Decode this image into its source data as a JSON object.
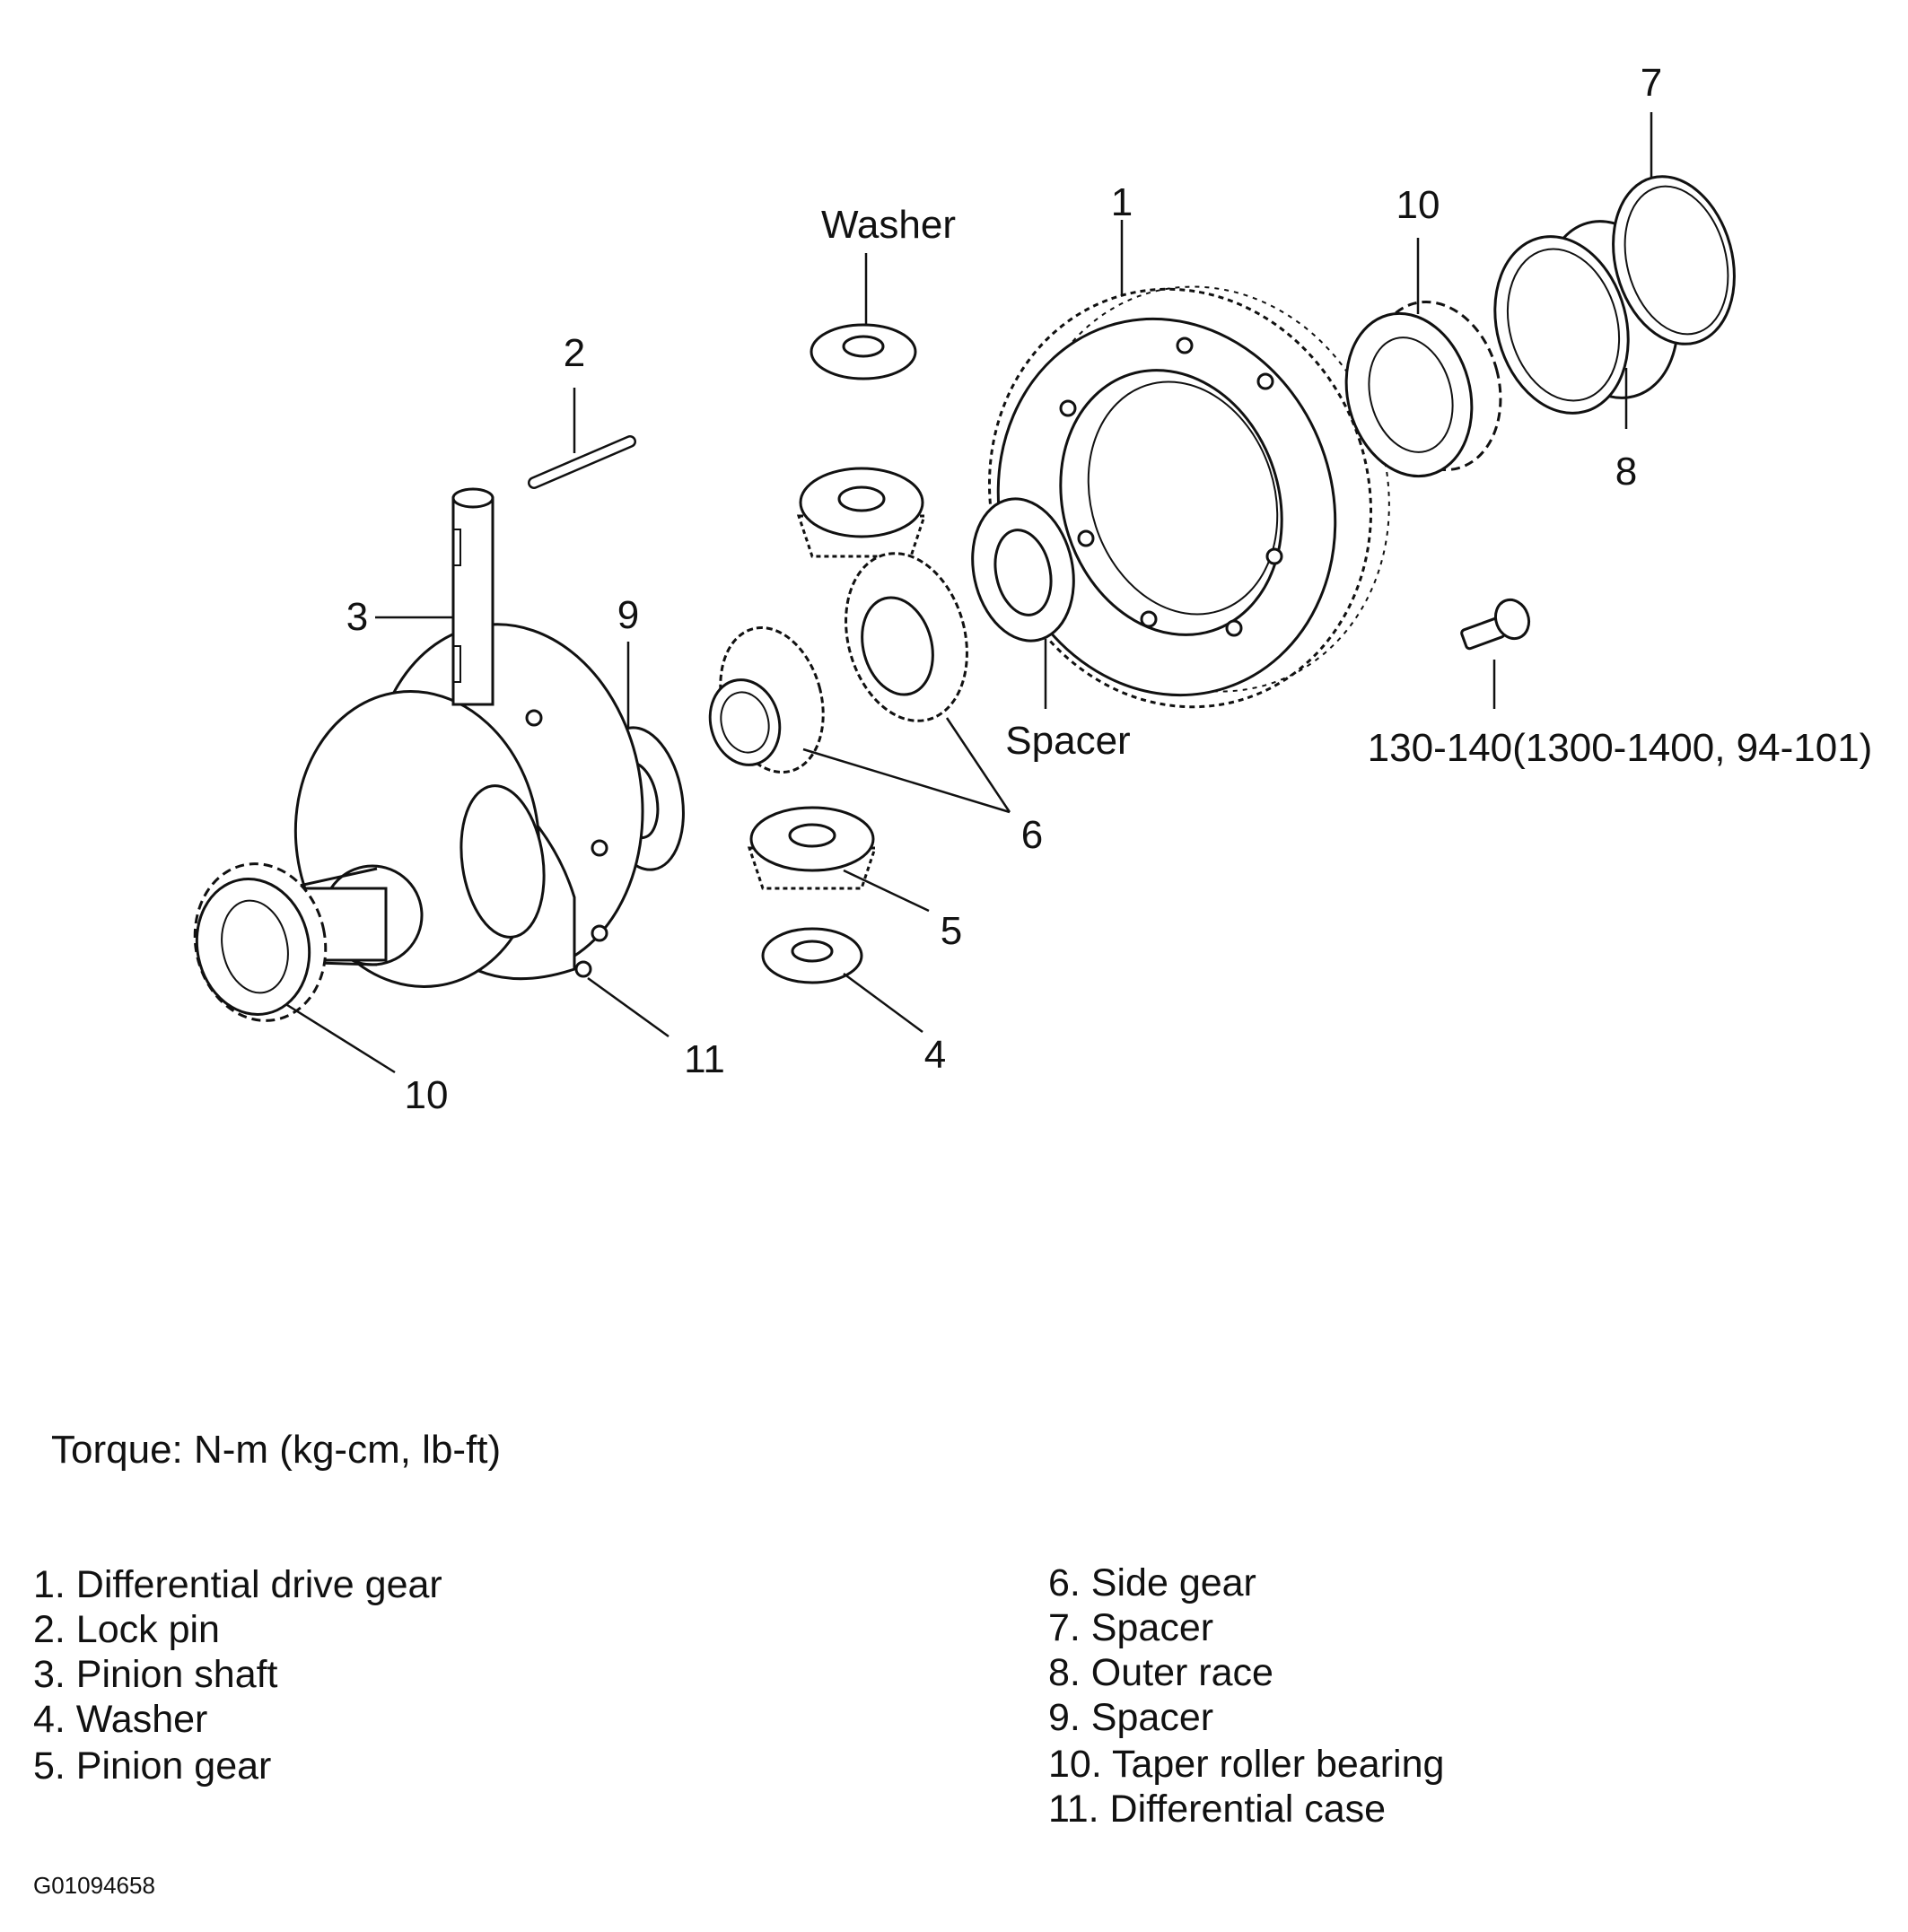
{
  "callouts": {
    "c1": "1",
    "c2": "2",
    "c3": "3",
    "c4": "4",
    "c5": "5",
    "c6": "6",
    "c7": "7",
    "c8": "8",
    "c9": "9",
    "c10_top": "10",
    "c10_bottom": "10",
    "c11": "11",
    "washer": "Washer",
    "spacer": "Spacer",
    "bolt_torque": "130-140(1300-1400, 94-101)"
  },
  "torque_note": "Torque: N-m (kg-cm, lb-ft)",
  "legend_left": [
    "1. Differential drive gear",
    "2. Lock pin",
    "3. Pinion shaft",
    "4. Washer",
    "5. Pinion gear"
  ],
  "legend_right": [
    "6. Side gear",
    "7. Spacer",
    "8. Outer race",
    "9. Spacer",
    "10. Taper roller bearing",
    "11. Differential case"
  ],
  "figure_id": "G01094658"
}
